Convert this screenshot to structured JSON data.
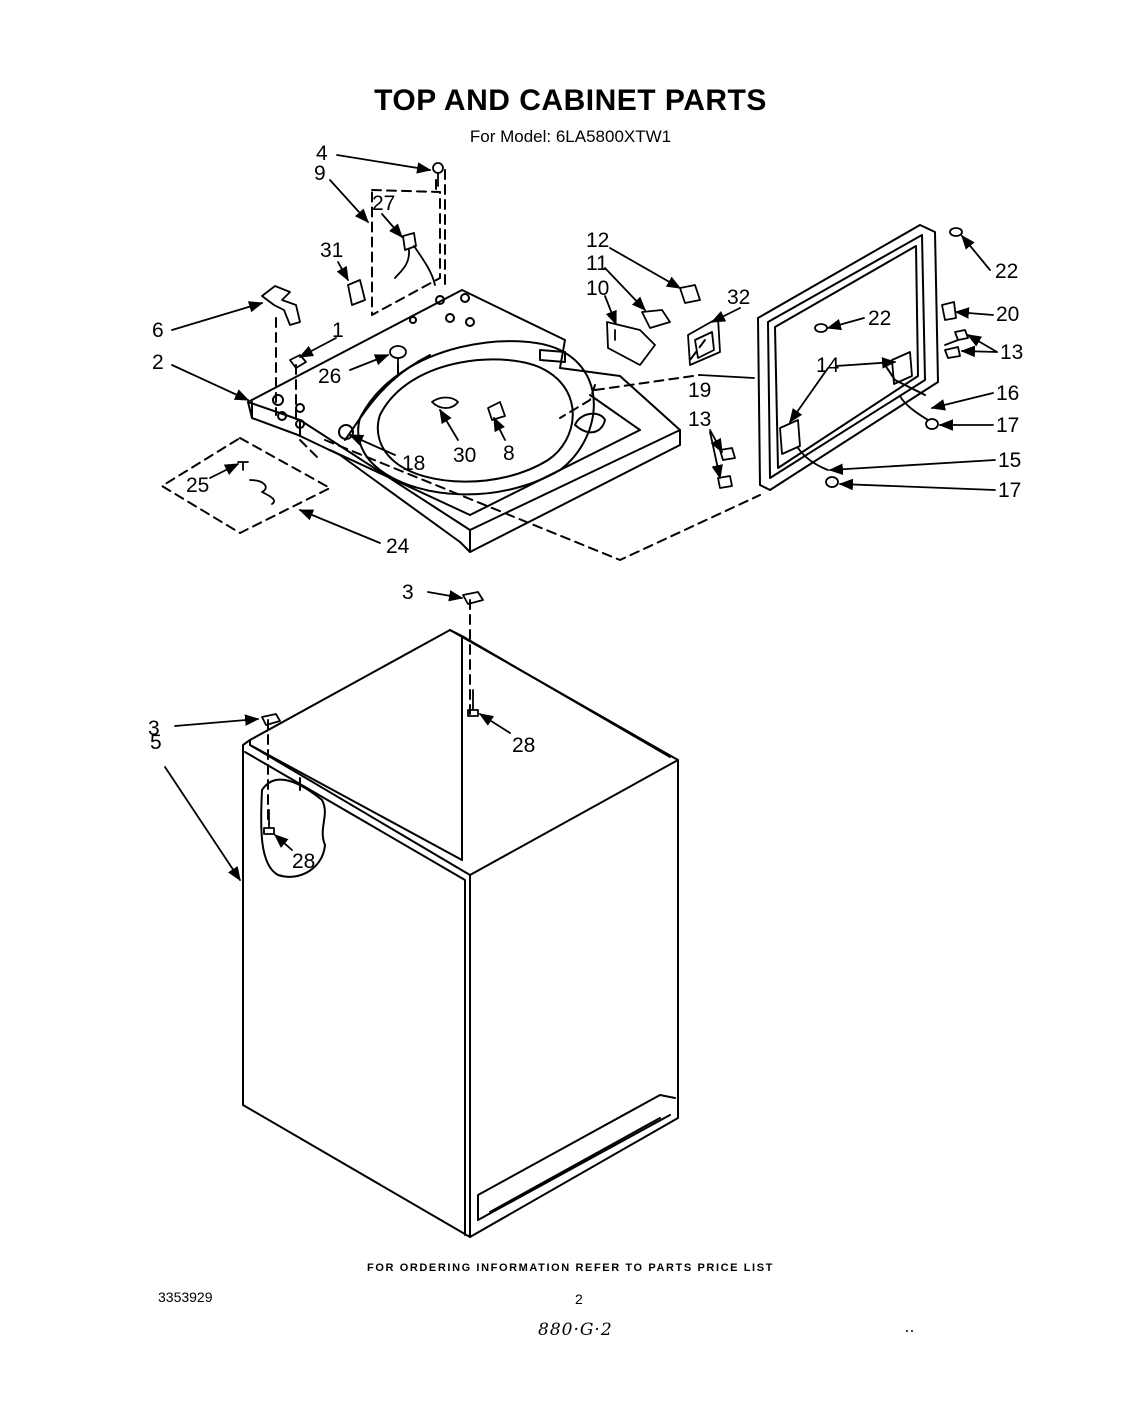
{
  "header": {
    "title": "TOP AND CABINET PARTS",
    "subtitle": "For Model: 6LA5800XTW1"
  },
  "footer": {
    "ordering_note": "FOR ORDERING INFORMATION REFER TO PARTS PRICE LIST",
    "document_number": "3353929",
    "page_number": "2",
    "handwritten_note": "880·G·2"
  },
  "callouts": {
    "c1": "1",
    "c2": "2",
    "c3a": "3",
    "c3b": "3",
    "c4": "4",
    "c5": "5",
    "c6": "6",
    "c8": "8",
    "c9": "9",
    "c10": "10",
    "c11": "11",
    "c12": "12",
    "c13a": "13",
    "c13b": "13",
    "c14": "14",
    "c15": "15",
    "c16": "16",
    "c17a": "17",
    "c17b": "17",
    "c18": "18",
    "c19": "19",
    "c20": "20",
    "c22a": "22",
    "c22b": "22",
    "c24": "24",
    "c25": "25",
    "c26": "26",
    "c27": "27",
    "c28a": "28",
    "c28b": "28",
    "c30": "30",
    "c31": "31",
    "c32": "32"
  }
}
